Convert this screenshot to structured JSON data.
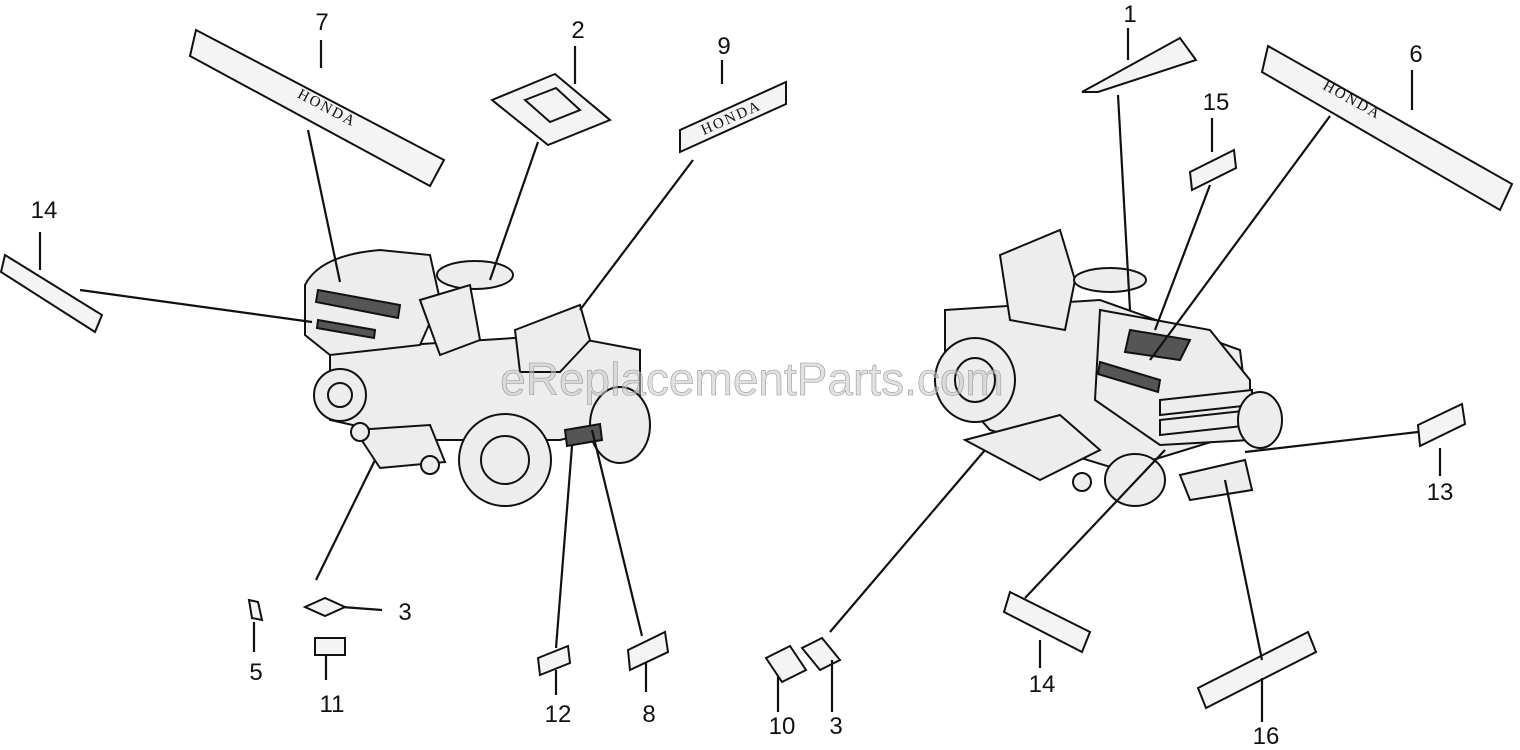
{
  "watermark": "eReplacementParts.com",
  "brand_text": "HONDA",
  "callouts": {
    "c1": "1",
    "c2": "2",
    "c3a": "3",
    "c3b": "3",
    "c5": "5",
    "c6": "6",
    "c7": "7",
    "c8": "8",
    "c9": "9",
    "c10": "10",
    "c11": "11",
    "c12": "12",
    "c13": "13",
    "c14a": "14",
    "c14b": "14",
    "c15": "15",
    "c16": "16"
  }
}
